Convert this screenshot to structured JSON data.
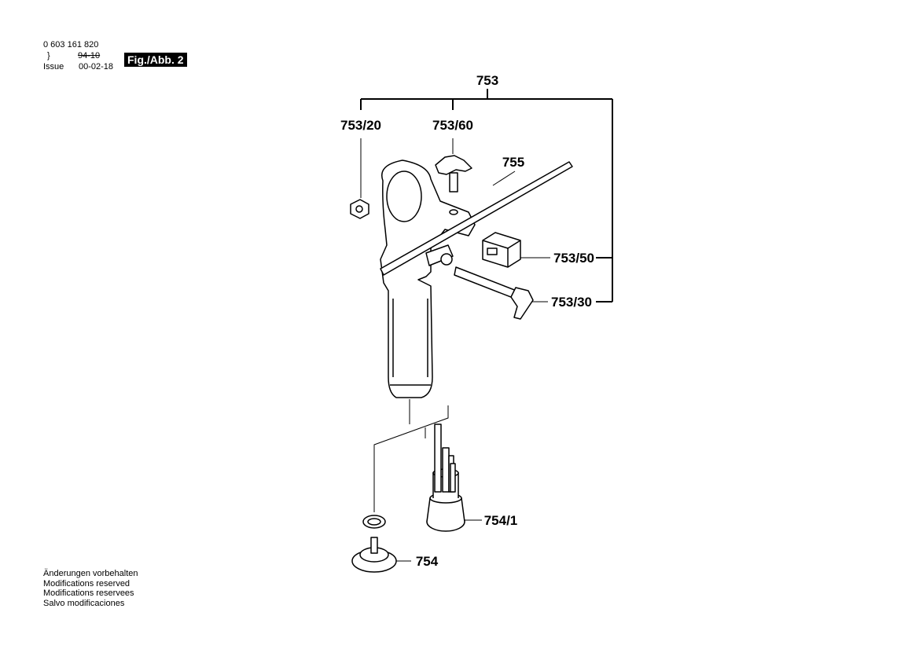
{
  "header": {
    "part_number": "0 603 161 820",
    "issue_mark": "}",
    "struck_date": "94-10",
    "issue_label": "Issue",
    "issue_date": "00-02-18",
    "figure_label": "Fig./Abb. 2"
  },
  "diagram": {
    "labels": {
      "p753": "753",
      "p753_20": "753/20",
      "p753_60": "753/60",
      "p755": "755",
      "p753_50": "753/50",
      "p753_30": "753/30",
      "p754_1": "754/1",
      "p754": "754"
    }
  },
  "notes": [
    "Änderungen vorbehalten",
    "Modifications reserved",
    "Modifications reservees",
    "Salvo modificaciones"
  ]
}
